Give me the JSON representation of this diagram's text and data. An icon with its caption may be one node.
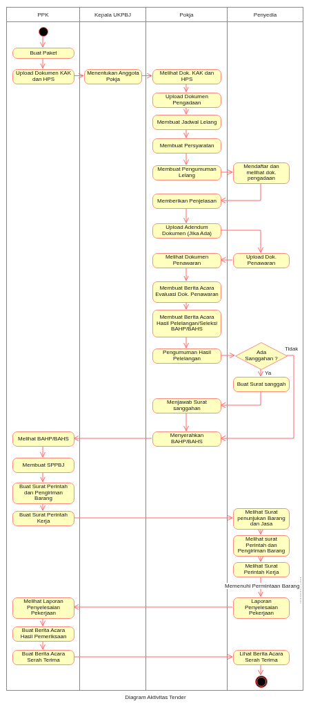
{
  "diagram": {
    "caption": "Diagram Aktivitas Tender",
    "nodes": [
      {
        "text": [
          "PPK"
        ]
      },
      {
        "text": [
          "Kepala UKPBJ"
        ]
      },
      {
        "text": [
          "Pokja"
        ]
      },
      {
        "text": [
          "Penyedia"
        ]
      },
      {
        "text": [],
        "shape": "circle",
        "in": 0
      },
      {
        "text": [
          "Buat Paket"
        ],
        "in": 0
      },
      {
        "text": [
          "Upload Dokumen KAK dan HPS"
        ],
        "in": 0
      },
      {
        "text": [
          "Menentukan Anggota Pokja"
        ],
        "in": 1
      },
      {
        "text": [
          "Melihat Dok. KAK dan HPS"
        ],
        "in": 2
      },
      {
        "text": [
          "Upload Dokumen Pengadaan"
        ],
        "in": 2
      },
      {
        "text": [
          "Membuat Jadwal Lelang"
        ],
        "in": 2
      },
      {
        "text": [
          "Membuat Persyaratan"
        ],
        "in": 2
      },
      {
        "text": [
          "Membuat Pengumuman Lelang"
        ],
        "in": 2
      },
      {
        "text": [
          "Mendaftar dan melihat dok. pengadaan"
        ],
        "in": 3
      },
      {
        "text": [
          "Memberikan Penjelasan"
        ],
        "in": 2
      },
      {
        "text": [
          "Upload Adendum Dokumen (Jika Ada)"
        ],
        "in": 2
      },
      {
        "text": [
          "Melihat Dokumen Penawaran"
        ],
        "in": 2
      },
      {
        "text": [
          "Upload Dok. Penawaran"
        ],
        "in": 3
      },
      {
        "text": [
          "Membuat Berita Acara Evaluasi Dok. Penawaran"
        ],
        "in": 2
      },
      {
        "text": [
          "Membuat Berita Acara Hasil Pelelangan/Seleksi BAHP/BAHS"
        ],
        "in": 2
      },
      {
        "text": [
          "Pengumuman Hasil Pelelangan"
        ],
        "in": 2
      },
      {
        "text": [
          "Ada Sanggahan ?"
        ],
        "in": 3
      },
      {
        "text": [
          "Buat Surat sanggah"
        ],
        "in": 3
      },
      {
        "text": [
          "Menjawab Surat sanggahan"
        ],
        "in": 2
      },
      {
        "text": [
          "Menyerahkan BAHP/BAHS"
        ],
        "in": 2
      },
      {
        "text": [
          "Melihat BAHP/BAHS"
        ],
        "in": 0
      },
      {
        "text": [
          "Membuat SPPBJ"
        ],
        "in": 0
      },
      {
        "text": [
          "Buat Surat Perintah dan Pengiriman Barang"
        ],
        "in": 0
      },
      {
        "text": [
          "Buat Surat Perintah Kerja"
        ],
        "in": 0
      },
      {
        "text": [
          "Melihat Surat penunjukan Barang dan Jasa"
        ],
        "in": 3
      },
      {
        "text": [
          "Melihat surat Perintah dan Pengiriman Barang"
        ],
        "in": 3
      },
      {
        "text": [
          "Melihat Surat Perintah Kerja"
        ],
        "in": 3
      },
      {
        "text": [
          "Laporan Penyelesaian Pekerjaan"
        ],
        "in": 3
      },
      {
        "text": [
          "Melihat Laporan Penyelesaian Pekerjaan"
        ],
        "in": 0
      },
      {
        "text": [
          "Buat Berita Acara Hasil Pemeriksaan"
        ],
        "in": 0
      },
      {
        "text": [
          "Buat Berita Acara Serah Terima"
        ],
        "in": 0
      },
      {
        "text": [
          "Lihat Berita Acara Serah Terima"
        ],
        "in": 3
      },
      {
        "text": [],
        "shape": "circle",
        "in": 3
      }
    ],
    "edges": [
      {
        "from": 4,
        "to": 5,
        "arrow": "to"
      },
      {
        "from": 5,
        "to": 6,
        "arrow": "to"
      },
      {
        "from": 6,
        "to": 7,
        "arrow": "to"
      },
      {
        "from": 7,
        "to": 8,
        "arrow": "to"
      },
      {
        "from": 8,
        "to": 9,
        "arrow": "to"
      },
      {
        "from": 9,
        "to": 10,
        "arrow": "to"
      },
      {
        "from": 10,
        "to": 11,
        "arrow": "to"
      },
      {
        "from": 11,
        "to": 12,
        "arrow": "to"
      },
      {
        "from": 12,
        "to": 13,
        "arrow": "to"
      },
      {
        "from": 13,
        "to": 14,
        "arrow": "to"
      },
      {
        "from": 14,
        "to": 15,
        "arrow": "to"
      },
      {
        "from": 15,
        "to": 17,
        "arrow": "to"
      },
      {
        "from": 17,
        "to": 16,
        "arrow": "to"
      },
      {
        "from": 16,
        "to": 18,
        "arrow": "to"
      },
      {
        "from": 18,
        "to": 19,
        "arrow": "to"
      },
      {
        "from": 19,
        "to": 20,
        "arrow": "to"
      },
      {
        "from": 20,
        "to": 21,
        "arrow": "to"
      },
      {
        "from": 21,
        "to": 22,
        "arrow": "to",
        "label": "Ya"
      },
      {
        "from": 21,
        "to": 24,
        "arrow": "to",
        "label": "Tidak"
      },
      {
        "from": 22,
        "to": 23,
        "arrow": "to"
      },
      {
        "from": 23,
        "to": 24,
        "arrow": "to"
      },
      {
        "from": 24,
        "to": 25,
        "arrow": "to"
      },
      {
        "from": 25,
        "to": 26,
        "arrow": "to"
      },
      {
        "from": 26,
        "to": 27,
        "arrow": "to"
      },
      {
        "from": 27,
        "to": 28,
        "arrow": "to"
      },
      {
        "from": 28,
        "to": 29,
        "arrow": "to"
      },
      {
        "from": 29,
        "to": 30,
        "arrow": "to"
      },
      {
        "from": 30,
        "to": 31,
        "arrow": "to"
      },
      {
        "from": 31,
        "to": 32,
        "arrow": "to",
        "label": "Memenuhi Permintaan Barang"
      },
      {
        "from": 32,
        "to": 33,
        "arrow": "to"
      },
      {
        "from": 33,
        "to": 34,
        "arrow": "to"
      },
      {
        "from": 34,
        "to": 35,
        "arrow": "to"
      },
      {
        "from": 35,
        "to": 36,
        "arrow": "to"
      },
      {
        "from": 36,
        "to": 37,
        "arrow": "to"
      }
    ]
  }
}
